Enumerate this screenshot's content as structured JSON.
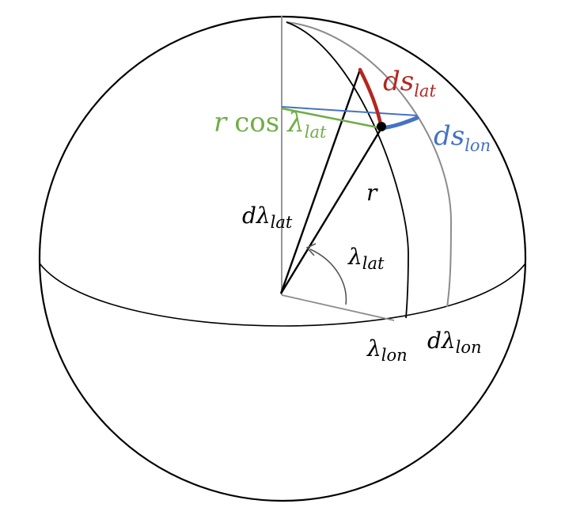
{
  "colors": {
    "background": "#ffffff",
    "outline": "#000000",
    "guide": "#8c8c8c",
    "lat_highlight": "#b5261e",
    "lon_highlight": "#4472c4",
    "radius_projection": "#70ad47"
  },
  "labels": {
    "ds_lat": {
      "base": "ds",
      "sub": "lat"
    },
    "ds_lon": {
      "base": "ds",
      "sub": "lon"
    },
    "r_cos_lambda_lat": {
      "r": "r",
      "cos": "cos",
      "lambda": "λ",
      "sub": "lat"
    },
    "d_lambda_lat": {
      "base": "dλ",
      "sub": "lat"
    },
    "r": "r",
    "lambda_lat": {
      "base": "λ",
      "sub": "lat"
    },
    "lambda_lon": {
      "base": "λ",
      "sub": "lon"
    },
    "d_lambda_lon": {
      "base": "dλ",
      "sub": "lon"
    }
  }
}
